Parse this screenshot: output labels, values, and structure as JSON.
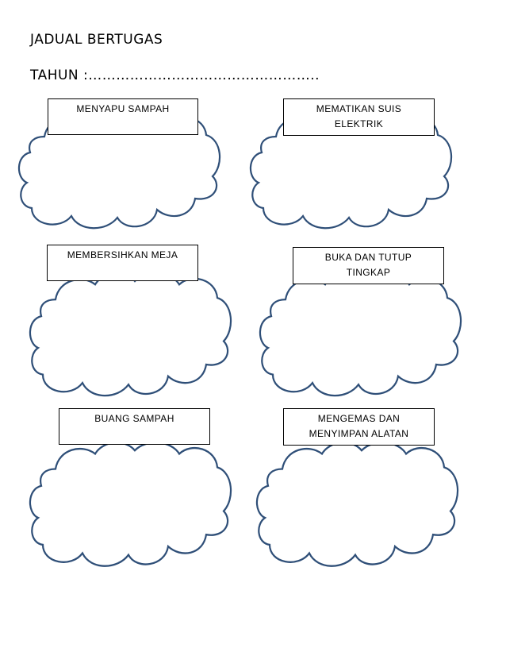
{
  "title": "JADUAL BERTUGAS",
  "year_label": "TAHUN :…………………………………………..",
  "duties": [
    {
      "label": "MENYAPU SAMPAH"
    },
    {
      "label": "MEMATIKAN SUIS ELEKTRIK"
    },
    {
      "label": "MEMBERSIHKAN MEJA"
    },
    {
      "label": "BUKA DAN TUTUP TINGKAP"
    },
    {
      "label": "BUANG SAMPAH"
    },
    {
      "label": "MENGEMAS DAN MENYIMPAN ALATAN"
    }
  ],
  "colors": {
    "cloud_outline": "#2f4f78",
    "box_border": "#000000"
  }
}
